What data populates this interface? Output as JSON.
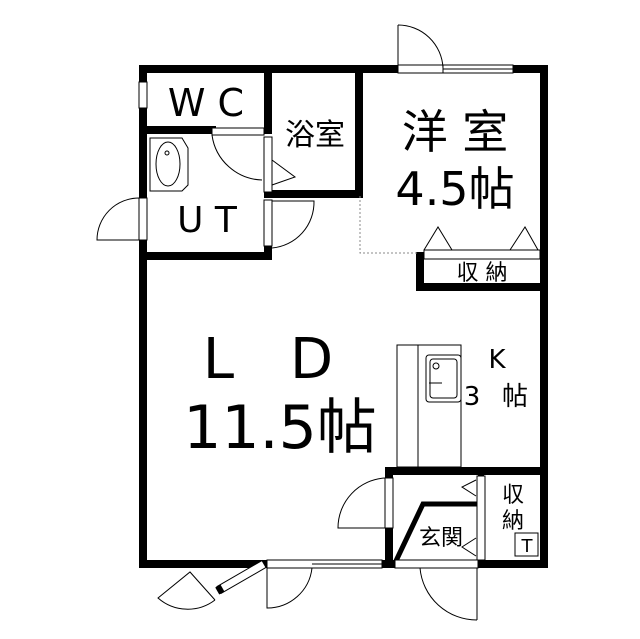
{
  "plan": {
    "rooms": {
      "wc": "W C",
      "bath": "浴室",
      "western_room": "洋 室",
      "western_size": "4.5帖",
      "western_storage": "収 納",
      "utility": "U T",
      "living_dining": "L　D",
      "ld_size": "11.5帖",
      "kitchen": "K",
      "kitchen_num": "3",
      "kitchen_unit": "帖",
      "entrance": "玄関",
      "storage_top": "収",
      "storage_bottom": "納",
      "t_box": "T"
    },
    "colors": {
      "wall": "#000000",
      "background": "#ffffff"
    }
  }
}
